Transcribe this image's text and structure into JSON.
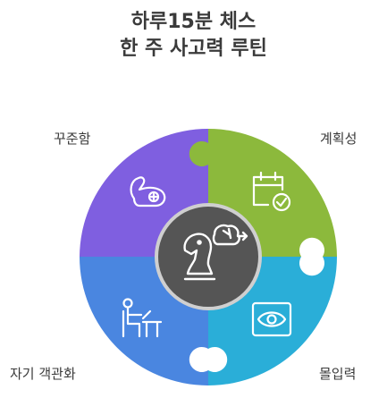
{
  "title": {
    "line1": "하루15분 체스",
    "line2": "한 주 사고력 루틴"
  },
  "pieces": [
    {
      "label": "꾸준함",
      "icon": "flexed-arm-icon",
      "color": "#7f5fe0"
    },
    {
      "label": "계획성",
      "icon": "calendar-check-icon",
      "color": "#8cb93c"
    },
    {
      "label": "몰입력",
      "icon": "eye-focus-icon",
      "color": "#2aaed8"
    },
    {
      "label": "자기 객관화",
      "icon": "person-at-desk-icon",
      "color": "#4a86e0"
    }
  ],
  "center": {
    "icon": "chess-knight-brain-icon",
    "color": "#555555"
  }
}
